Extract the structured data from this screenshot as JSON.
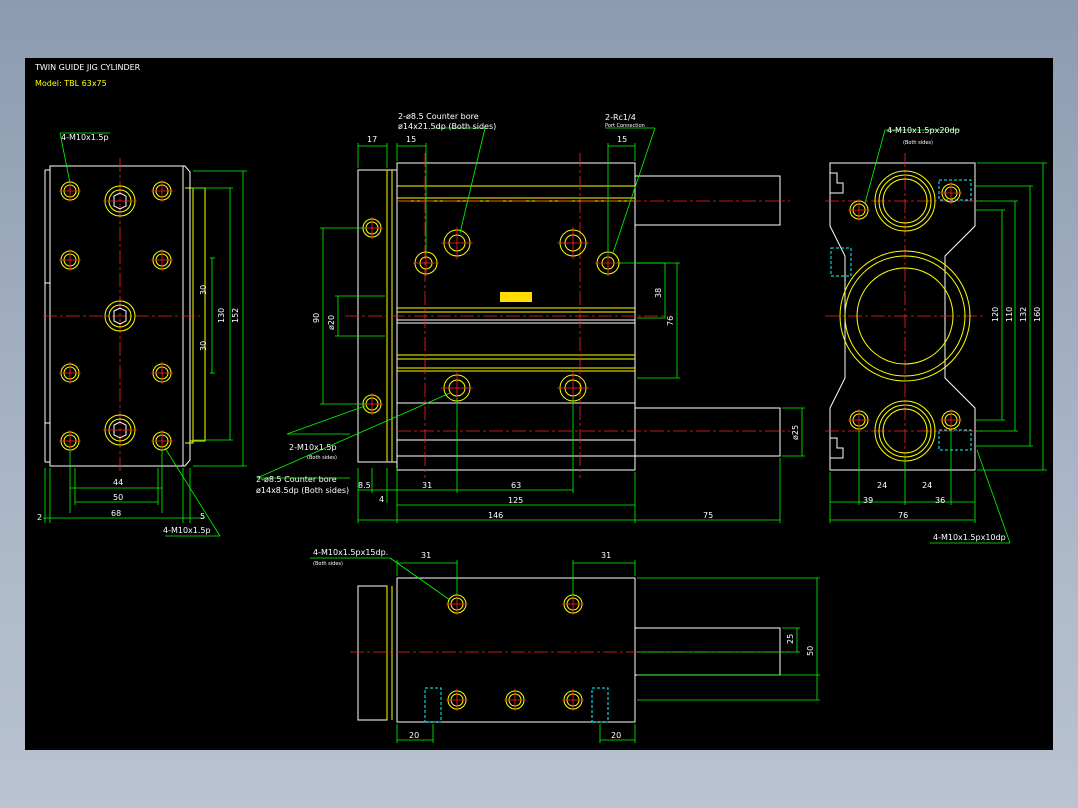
{
  "header": {
    "title": "TWIN GUIDE JIG CYLINDER",
    "model": "Model: TBL 63x75"
  },
  "notes": {
    "left_top": "4-M10x1.5p",
    "left_bottom": "4-M10x1.5p",
    "front_ctr_bore_1": "2-ø8.5 Counter bore",
    "front_ctr_bore_1_sub": "ø14x21.5dp (Both sides)",
    "port": "2-Rc1/4",
    "port_sub": "Port Connection",
    "front_m10": "2-M10x1.5p",
    "front_m10_sub": "(Both sides)",
    "front_ctr_bore_2": "2-ø8.5 Counter bore",
    "front_ctr_bore_2_sub": "ø14x8.5dp (Both sides)",
    "right_top": "4-M10x1.5px20dp",
    "right_top_sub": "(Both sides)",
    "right_bottom": "4-M10x1.5px10dp",
    "bottom_view": "4-M10x1.5px15dp.",
    "bottom_view_sub": "(Both sides)"
  },
  "dims": {
    "left_2": "2",
    "left_68": "68",
    "left_5": "5",
    "left_50": "50",
    "left_44": "44",
    "left_30a": "30",
    "left_30b": "30",
    "left_130": "130",
    "left_152": "152",
    "front_17": "17",
    "front_15a": "15",
    "front_15b": "15",
    "front_90": "90",
    "front_phi20": "ø20",
    "front_38": "38",
    "front_76": "76",
    "front_phi25": "ø25",
    "front_8_5": "8.5",
    "front_4": "4",
    "front_31": "31",
    "front_63": "63",
    "front_125": "125",
    "front_146": "146",
    "front_75": "75",
    "right_110": "110",
    "right_120": "120",
    "right_132": "132",
    "right_160": "160",
    "right_39": "39",
    "right_24a": "24",
    "right_24b": "24",
    "right_36": "36",
    "right_76": "76",
    "bot_31a": "31",
    "bot_31b": "31",
    "bot_25": "25",
    "bot_50": "50",
    "bot_20a": "20",
    "bot_20b": "20"
  }
}
